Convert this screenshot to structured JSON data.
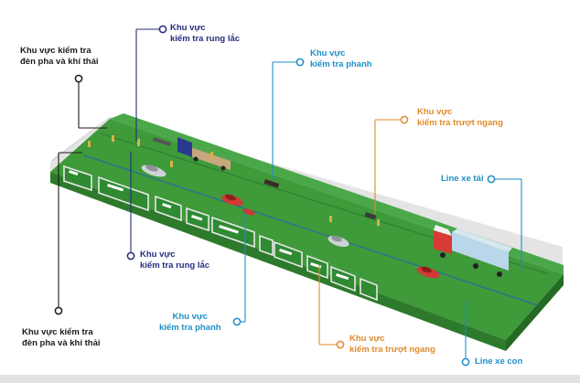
{
  "labels": {
    "headlight_top": [
      "Khu vực kiểm tra",
      "đèn pha và khí thải"
    ],
    "vibration_top": [
      "Khu vực",
      "kiểm tra rung lắc"
    ],
    "brake_top": [
      "Khu vực",
      "kiểm tra phanh"
    ],
    "slip_top": [
      "Khu vực",
      "kiểm tra trượt ngang"
    ],
    "truck_line": "Line xe tải",
    "vibration_bottom": [
      "Khu vực",
      "kiểm tra rung lắc"
    ],
    "brake_bottom": [
      "Khu vực",
      "kiểm tra phanh"
    ],
    "slip_bottom": [
      "Khu vực",
      "kiểm tra trượt ngang"
    ],
    "headlight_bottom": [
      "Khu vực kiểm tra",
      "đèn pha và khí thải"
    ],
    "car_line": "Line xe con"
  },
  "colors": {
    "dark": "#1b1b1b",
    "navy": "#262d7e",
    "blue": "#1e8fc7",
    "orange": "#e28a2b",
    "floor_top": "#3f9a3a",
    "floor_side": "#2e7a2c",
    "wall": "#d9d9d9"
  }
}
